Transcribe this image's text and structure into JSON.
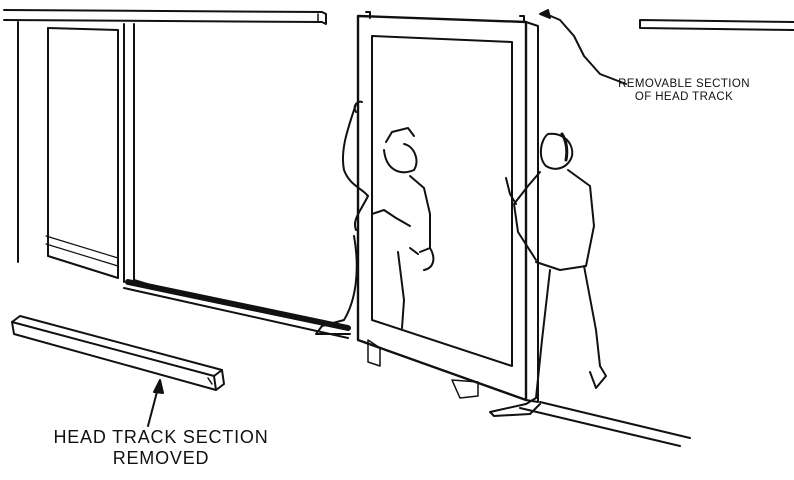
{
  "callouts": {
    "removable_section": {
      "line1": "REMOVABLE SECTION",
      "line2": "OF HEAD TRACK"
    },
    "section_removed": {
      "line1": "HEAD TRACK SECTION",
      "line2": "REMOVED"
    }
  },
  "colors": {
    "ink": "#111111",
    "paper": "#ffffff"
  }
}
